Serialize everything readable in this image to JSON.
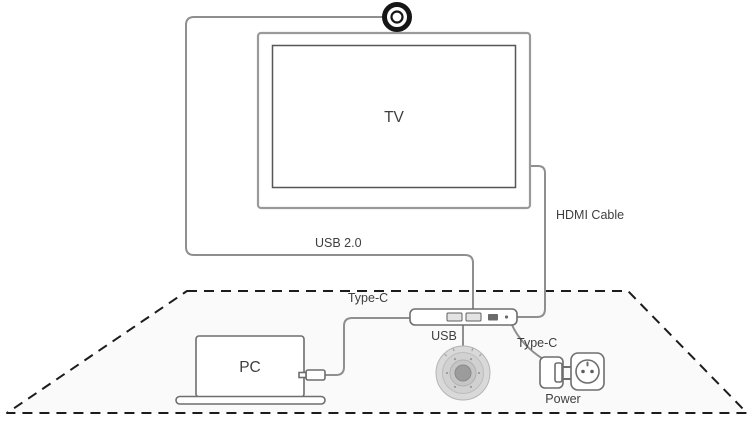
{
  "diagram": {
    "devices": {
      "tv": "TV",
      "pc": "PC"
    },
    "cables": {
      "usb2": "USB 2.0",
      "hdmi": "HDMI Cable",
      "typec_left": "Type-C",
      "typec_right": "Type-C",
      "usb": "USB"
    },
    "power": "Power"
  },
  "icons": {
    "webcam": "concentric-circles",
    "speakerphone": "concentric-circles-with-dots",
    "usb_hub": "bar-with-ports",
    "laptop": "screen-with-base",
    "power_adapter": "plug-with-prongs",
    "power_outlet": "circle-with-two-holes",
    "desk": "dashed-trapezoid"
  },
  "colors": {
    "background": "#ffffff",
    "cable": "#8f8f8f",
    "outline": "#6e6e6e",
    "desk_line": "#1c1c1c",
    "desk_fill": "#fafafa",
    "text": "#3f3f3f",
    "dark": "#161616",
    "port_fill": "#e3e3e3",
    "speaker_body": "#d9d9d9",
    "speaker_center": "#9c9c9c"
  }
}
